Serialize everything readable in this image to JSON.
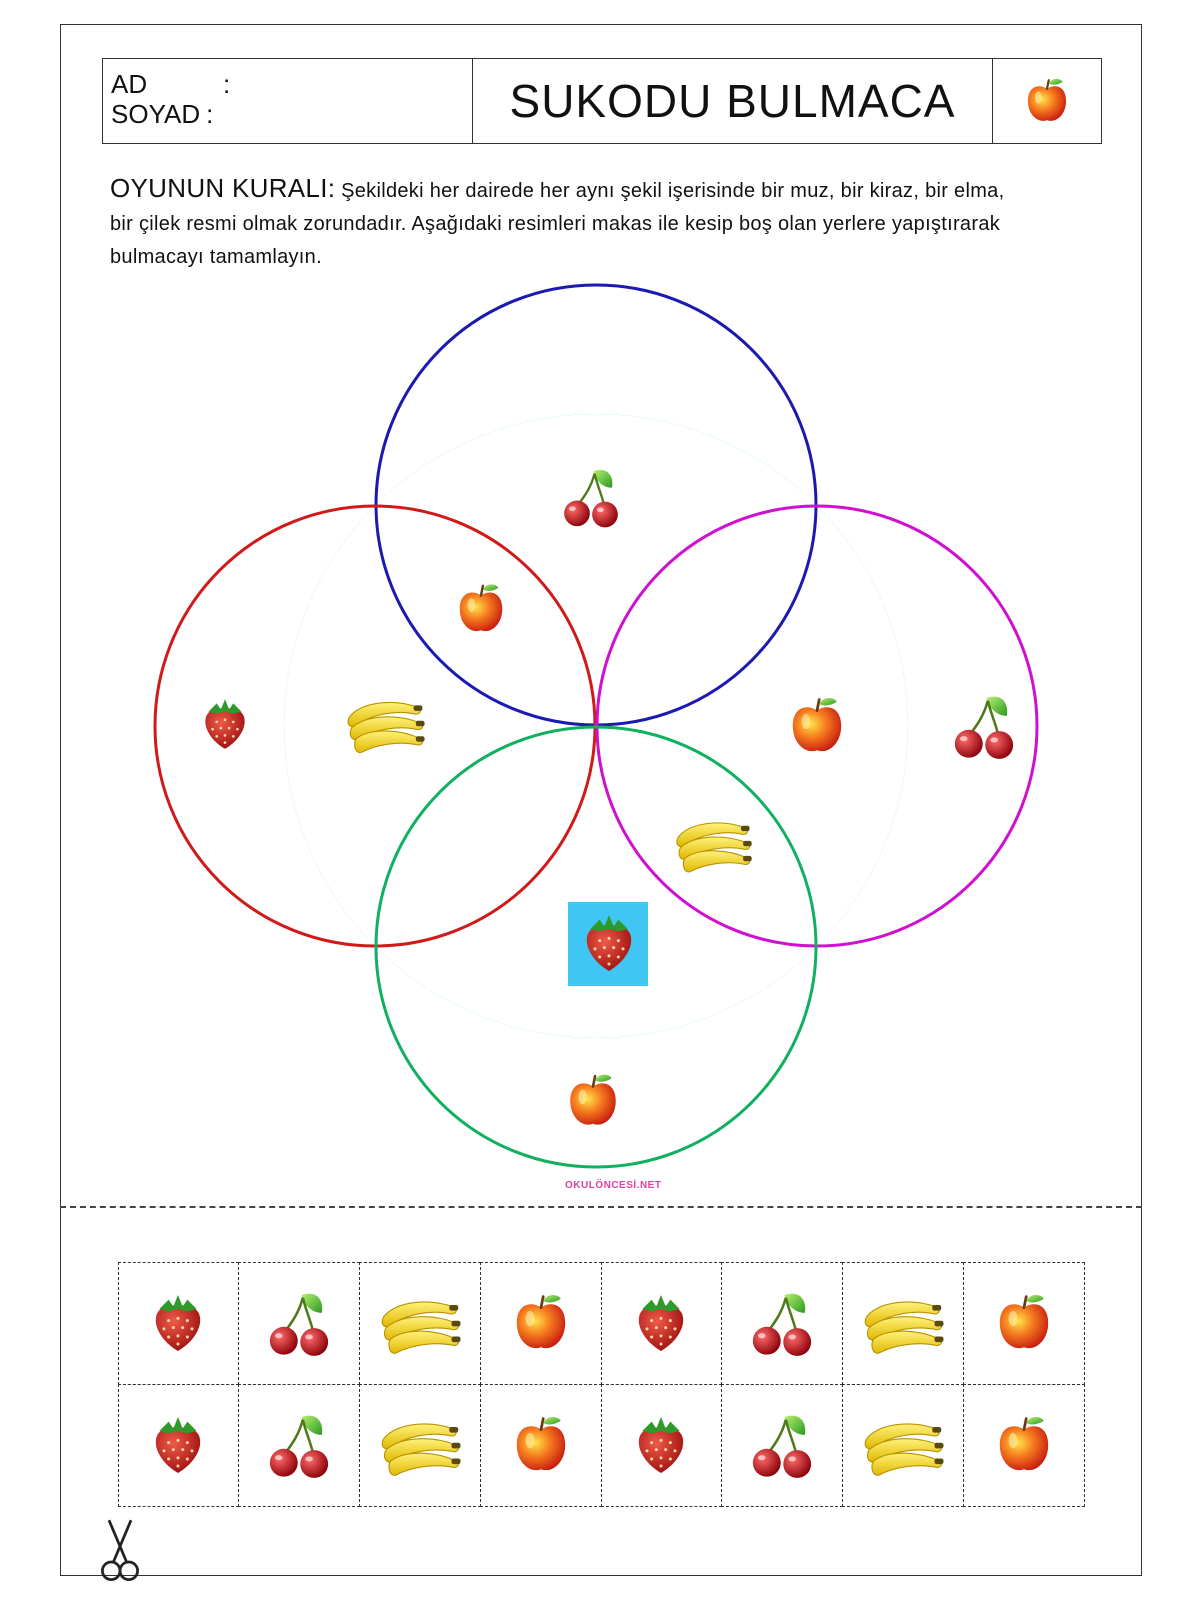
{
  "header": {
    "name_label": "AD",
    "surname_label": "SOYAD",
    "colon": ":",
    "title": "SUKODU BULMACA",
    "icon": "apple-icon"
  },
  "rules": {
    "title": "OYUNUN KURALI:",
    "text": " Şekildeki her dairede her aynı şekil işerisinde bir muz, bir kiraz, bir elma, bir çilek resmi olmak zorundadır. Aşağıdaki resimleri makas ile kesip boş olan yerlere yapıştırarak bulmacayı tamamlayın."
  },
  "colors": {
    "center_fill": "#00b8ef",
    "top_circle": "#1a1ab0",
    "left_circle": "#d01a1a",
    "right_circle": "#d010d0",
    "bottom_circle": "#10b060"
  },
  "puzzle_fruits": [
    "cherry",
    "apple",
    "strawberry",
    "banana",
    "apple",
    "cherry",
    "banana",
    "strawberry",
    "apple"
  ],
  "watermark": "OKULÖNCESİ.NET",
  "cut_pieces": [
    [
      "strawberry",
      "cherry",
      "banana",
      "apple",
      "strawberry",
      "cherry",
      "banana",
      "apple"
    ],
    [
      "strawberry",
      "cherry",
      "banana",
      "apple",
      "strawberry",
      "cherry",
      "banana",
      "apple"
    ]
  ],
  "scissors_icon": "scissors-icon"
}
